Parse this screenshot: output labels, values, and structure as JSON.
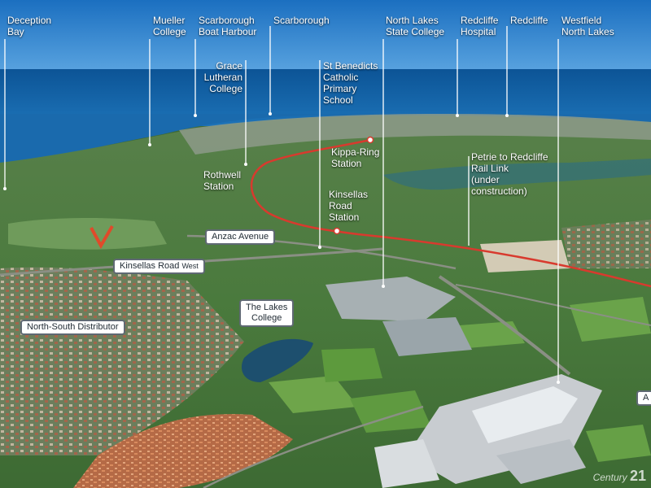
{
  "top_labels": [
    {
      "id": "deception-bay",
      "line1": "Deception",
      "line2": "Bay"
    },
    {
      "id": "mueller-college",
      "line1": "Mueller",
      "line2": "College"
    },
    {
      "id": "scarborough-boat-harbour",
      "line1": "Scarborough",
      "line2": "Boat Harbour"
    },
    {
      "id": "scarborough",
      "line1": "Scarborough",
      "line2": ""
    },
    {
      "id": "north-lakes-state-college",
      "line1": "North Lakes",
      "line2": "State College"
    },
    {
      "id": "redcliffe-hospital",
      "line1": "Redcliffe",
      "line2": "Hospital"
    },
    {
      "id": "redcliffe",
      "line1": "Redcliffe",
      "line2": ""
    },
    {
      "id": "westfield-north-lakes",
      "line1": "Westfield",
      "line2": "North Lakes"
    }
  ],
  "mid_labels": {
    "grace_lutheran": [
      "Grace",
      "Lutheran",
      "College"
    ],
    "st_benedicts": [
      "St Benedicts",
      "Catholic",
      "Primary",
      "School"
    ],
    "kippa_ring": [
      "Kippa-Ring",
      "Station"
    ],
    "rothwell": [
      "Rothwell",
      "Station"
    ],
    "kinsellas_station": [
      "Kinsellas",
      "Road",
      "Station"
    ],
    "rail_link": [
      "Petrie to Redcliffe",
      "Rail Link",
      "(under",
      "construction)"
    ]
  },
  "road_labels": {
    "anzac_avenue": "Anzac Avenue",
    "kinsellas_road_west": "Kinsellas Road",
    "kinsellas_road_west_suffix": "West",
    "the_lakes_college_line1": "The Lakes",
    "the_lakes_college_line2": "College",
    "north_south_distributor": "North-South Distributor",
    "cut_label": "A"
  },
  "watermark": {
    "text": "Century",
    "number": "21"
  },
  "colors": {
    "rail_line": "#d83a2e",
    "leader_line": "#ffffff",
    "sea": "#0f5fa4",
    "sky": "#1f78c8"
  }
}
